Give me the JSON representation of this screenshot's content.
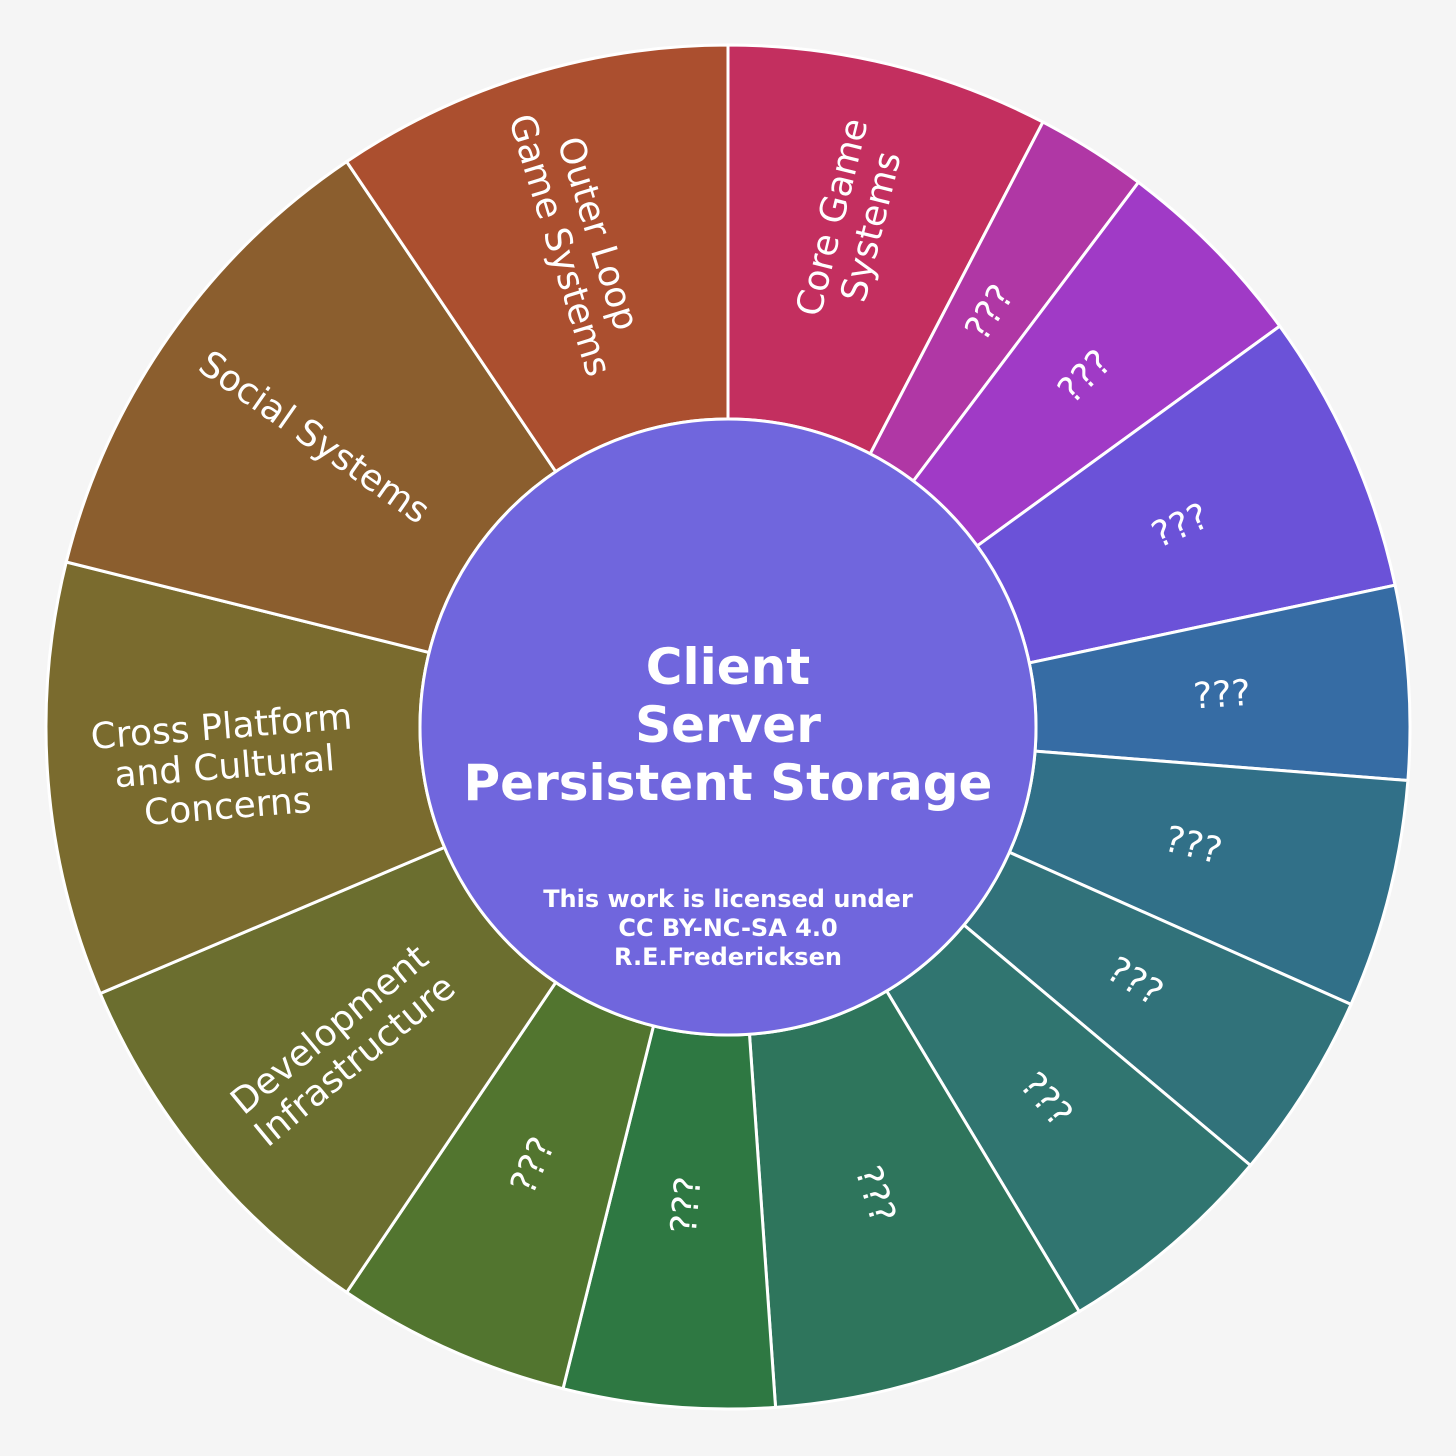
{
  "center": {
    "title_lines": [
      "Client",
      "Server",
      "Persistent Storage"
    ],
    "license_lines": [
      "This work is licensed under",
      "CC BY-NC-SA 4.0",
      "R.E.Fredericksen"
    ],
    "color": "#7066dd"
  },
  "segments": [
    {
      "label": [
        "Core Game",
        "Systems"
      ],
      "color": "#c32f5f"
    },
    {
      "label": [
        "???"
      ],
      "color": "#b037a5"
    },
    {
      "label": [
        "???"
      ],
      "color": "#a03ac6"
    },
    {
      "label": [
        "???"
      ],
      "color": "#6b52d8"
    },
    {
      "label": [
        "???"
      ],
      "color": "#366ca4"
    },
    {
      "label": [
        "???"
      ],
      "color": "#317088"
    },
    {
      "label": [
        "???"
      ],
      "color": "#31727a"
    },
    {
      "label": [
        "???"
      ],
      "color": "#307570"
    },
    {
      "label": [
        "???"
      ],
      "color": "#2e755c"
    },
    {
      "label": [
        "???"
      ],
      "color": "#2e7842"
    },
    {
      "label": [
        "???"
      ],
      "color": "#52752f"
    },
    {
      "label": [
        "Development",
        "Infrastructure"
      ],
      "color": "#6b6e2f"
    },
    {
      "label": [
        "Cross Platform",
        "and Cultural",
        "Concerns"
      ],
      "color": "#7a6b2e"
    },
    {
      "label": [
        "Social Systems"
      ],
      "color": "#8b5e2e"
    },
    {
      "label": [
        "Outer Loop",
        "Game Systems"
      ],
      "color": "#ab4f2f"
    }
  ]
}
